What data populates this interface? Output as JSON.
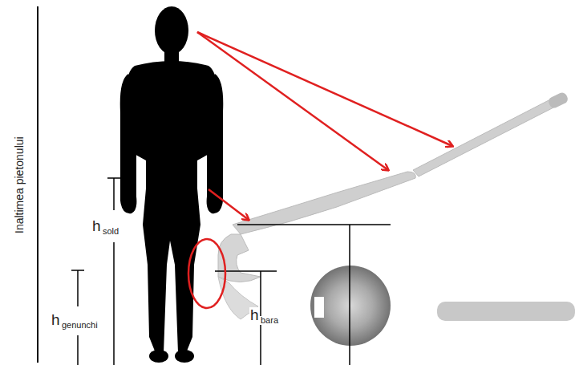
{
  "diagram": {
    "labels": [
      "Inaltimea pietonului",
      "h",
      "sold",
      "h",
      "genunchi",
      "h",
      "bara"
    ]
  }
}
